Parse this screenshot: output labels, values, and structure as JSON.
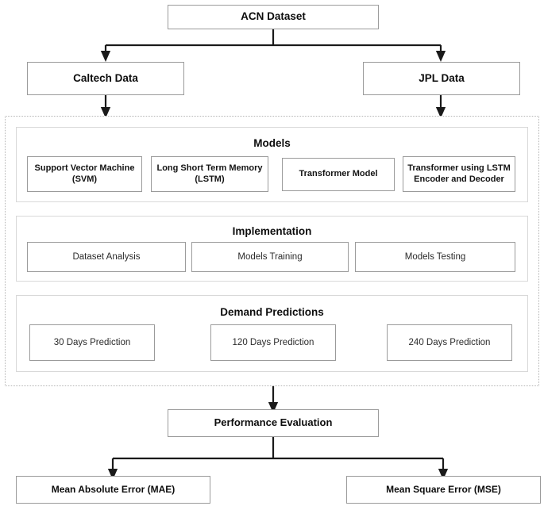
{
  "diagram": {
    "title": "ACN Dataset methodology flowchart",
    "type": "flowchart",
    "orientation": "top-down",
    "colors": {
      "background": "#ffffff",
      "box_border": "#9b9b9b",
      "panel_border": "#d8d8d8",
      "outer_border_dotted": "#b5b5b5",
      "connector": "#1a1a1a",
      "text": "#0d0d0d"
    }
  },
  "root": {
    "label": "ACN Dataset"
  },
  "data_sources": [
    {
      "label": "Caltech Data"
    },
    {
      "label": "JPL Data"
    }
  ],
  "pipeline": {
    "models": {
      "title": "Models",
      "items": [
        {
          "label": "Support Vector Machine\n(SVM)",
          "line1": "Support Vector Machine",
          "line2": "(SVM)"
        },
        {
          "label": "Long Short Term Memory\n(LSTM)",
          "line1": "Long Short Term Memory",
          "line2": "(LSTM)"
        },
        {
          "label": "Transformer Model",
          "line1": "Transformer Model",
          "line2": ""
        },
        {
          "label": "Transformer using LSTM\nEncoder and Decoder",
          "line1": "Transformer using LSTM",
          "line2": "Encoder and Decoder"
        }
      ]
    },
    "implementation": {
      "title": "Implementation",
      "items": [
        {
          "label": "Dataset Analysis"
        },
        {
          "label": "Models Training"
        },
        {
          "label": "Models Testing"
        }
      ]
    },
    "demand_predictions": {
      "title": "Demand Predictions",
      "items": [
        {
          "label": "30 Days Prediction"
        },
        {
          "label": "120 Days Prediction"
        },
        {
          "label": "240 Days Prediction"
        }
      ]
    }
  },
  "evaluation": {
    "label": "Performance Evaluation"
  },
  "metrics": [
    {
      "label": "Mean Absolute Error (MAE)"
    },
    {
      "label": "Mean Square Error (MSE)"
    }
  ]
}
